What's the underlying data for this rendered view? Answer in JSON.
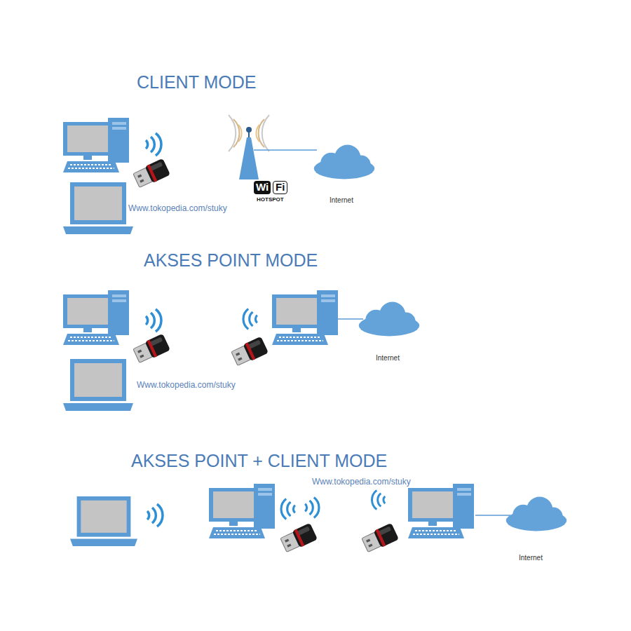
{
  "diagram": {
    "labels": [
      "CLIENT MODE",
      "Www.tokopedia.com/stuky",
      "Wi",
      "Fi",
      "HOTSPOT",
      "Internet",
      "AKSES POINT MODE",
      "Www.tokopedia.com/stuky",
      "Internet",
      "AKSES POINT + CLIENT MODE",
      "Www.tokopedia.com/stuky",
      "Internet"
    ]
  }
}
